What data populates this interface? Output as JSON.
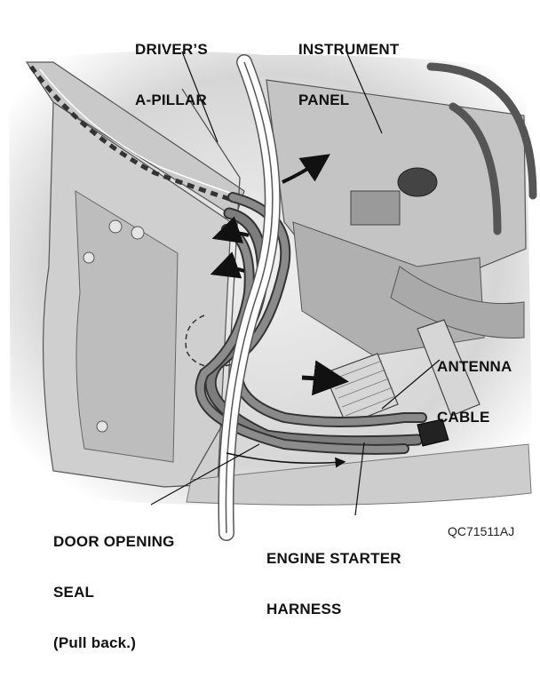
{
  "labels": {
    "drivers_a_pillar": [
      "DRIVER’S",
      "A-PILLAR"
    ],
    "instrument_panel": [
      "INSTRUMENT",
      "PANEL"
    ],
    "antenna_cable": [
      "ANTENNA",
      "CABLE"
    ],
    "door_opening_seal": [
      "DOOR OPENING",
      "SEAL",
      "(Pull back.)"
    ],
    "engine_starter_harness": [
      "ENGINE STARTER",
      "HARNESS"
    ]
  },
  "figure_code": "QC71511AJ",
  "colors": {
    "background": "#ffffff",
    "illustration_light": "#d9d9d9",
    "illustration_mid": "#b3b3b3",
    "illustration_dark": "#6e6e6e",
    "cable": "#7a7a7a",
    "arrow": "#111111",
    "ink": "#111111"
  }
}
